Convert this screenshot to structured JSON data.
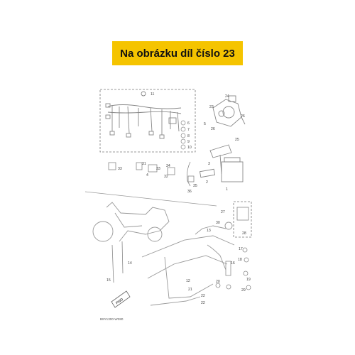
{
  "banner": {
    "text": "Na obrázku díl číslo 23",
    "color": "#f5c400"
  },
  "figure_code": "B8Y1300-W380",
  "fwd_label": "FWD",
  "callouts": [
    "1",
    "2",
    "3",
    "4",
    "5",
    "6",
    "7",
    "8",
    "9",
    "10",
    "11",
    "12",
    "13",
    "14",
    "15",
    "16",
    "17",
    "18",
    "19",
    "20",
    "21",
    "22",
    "22",
    "23",
    "24",
    "25",
    "26",
    "26",
    "27",
    "28",
    "29",
    "30",
    "31",
    "32",
    "33",
    "33",
    "34",
    "35",
    "36"
  ],
  "colors": {
    "line": "#888888",
    "dashed": "#777777",
    "text": "#444444"
  }
}
